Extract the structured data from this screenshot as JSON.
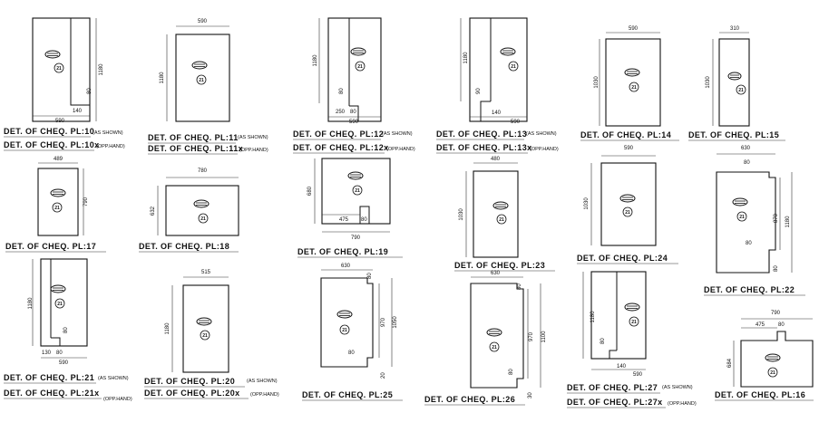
{
  "drawings": [
    {
      "id": "pl10",
      "caption": "DET. OF CHEQ. PL:10",
      "note": "(AS SHOWN)",
      "caption2": "DET. OF CHEQ. PL:10x",
      "note2": "(OPP.HAND)",
      "tag": "21",
      "dims": [
        "1180",
        "590",
        "80",
        "140"
      ]
    },
    {
      "id": "pl11",
      "caption": "DET. OF CHEQ. PL:11",
      "note": "(AS SHOWN)",
      "caption2": "DET. OF CHEQ. PL:11x",
      "note2": "(OPP.HAND)",
      "tag": "21",
      "dims": [
        "590",
        "1180"
      ]
    },
    {
      "id": "pl12",
      "caption": "DET. OF CHEQ. PL:12",
      "note": "(AS SHOWN)",
      "caption2": "DET. OF CHEQ. PL:12x",
      "note2": "(OPP.HAND)",
      "tag": "21",
      "dims": [
        "1180",
        "80",
        "250",
        "80",
        "590"
      ]
    },
    {
      "id": "pl13",
      "caption": "DET. OF CHEQ. PL:13",
      "note": "(AS SHOWN)",
      "caption2": "DET. OF CHEQ. PL:13x",
      "note2": "(OPP.HAND)",
      "tag": "21",
      "dims": [
        "1180",
        "90",
        "140",
        "590"
      ]
    },
    {
      "id": "pl14",
      "caption": "DET. OF CHEQ. PL:14",
      "tag": "21",
      "dims": [
        "590",
        "1030"
      ]
    },
    {
      "id": "pl15",
      "caption": "DET. OF CHEQ. PL:15",
      "tag": "21",
      "dims": [
        "310",
        "1030"
      ]
    },
    {
      "id": "pl17",
      "caption": "DET. OF CHEQ. PL:17",
      "tag": "21",
      "dims": [
        "489",
        "790"
      ]
    },
    {
      "id": "pl18",
      "caption": "DET. OF CHEQ. PL:18",
      "tag": "21",
      "dims": [
        "780",
        "632"
      ]
    },
    {
      "id": "pl19",
      "caption": "DET. OF CHEQ. PL:19",
      "tag": "21",
      "dims": [
        "680",
        "475",
        "80",
        "790"
      ]
    },
    {
      "id": "pl23",
      "caption": "DET. OF CHEQ. PL:23",
      "tag": "21",
      "dims": [
        "480",
        "1030"
      ]
    },
    {
      "id": "pl24",
      "caption": "DET. OF CHEQ. PL:24",
      "tag": "21",
      "dims": [
        "590",
        "1030"
      ]
    },
    {
      "id": "pl22",
      "caption": "DET. OF CHEQ. PL:22",
      "tag": "21",
      "dims": [
        "630",
        "80",
        "870",
        "1180",
        "80",
        "80"
      ]
    },
    {
      "id": "pl21",
      "caption": "DET. OF CHEQ. PL:21",
      "note": "(AS SHOWN)",
      "caption2": "DET. OF CHEQ. PL:21x",
      "note2": "(OPP.HAND)",
      "tag": "21",
      "dims": [
        "1180",
        "80",
        "130",
        "80",
        "590"
      ]
    },
    {
      "id": "pl20",
      "caption": "DET. OF CHEQ. PL:20",
      "note": "(AS SHOWN)",
      "caption2": "DET. OF CHEQ. PL:20x",
      "note2": "(OPP.HAND)",
      "tag": "21",
      "dims": [
        "515",
        "1180"
      ]
    },
    {
      "id": "pl25",
      "caption": "DET. OF CHEQ. PL:25",
      "tag": "21",
      "dims": [
        "630",
        "80",
        "970",
        "1050",
        "80",
        "20"
      ]
    },
    {
      "id": "pl26",
      "caption": "DET. OF CHEQ. PL:26",
      "tag": "21",
      "dims": [
        "630",
        "80",
        "970",
        "1100",
        "80",
        "30"
      ]
    },
    {
      "id": "pl27",
      "caption": "DET. OF CHEQ. PL:27",
      "note": "(AS SHOWN)",
      "caption2": "DET. OF CHEQ. PL:27x",
      "note2": "(OPP.HAND)",
      "tag": "21",
      "dims": [
        "1180",
        "80",
        "140",
        "590"
      ]
    },
    {
      "id": "pl16",
      "caption": "DET. OF CHEQ. PL:16",
      "tag": "21",
      "dims": [
        "790",
        "475",
        "80",
        "684"
      ]
    }
  ]
}
